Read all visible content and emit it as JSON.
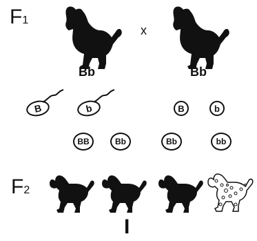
{
  "generations": {
    "f1": {
      "letter": "F",
      "sub": "1"
    },
    "f2": {
      "letter": "F",
      "sub": "2"
    }
  },
  "cross_symbol": "x",
  "parents": [
    {
      "genotype": "Bb",
      "color": "black"
    },
    {
      "genotype": "Bb",
      "color": "black"
    }
  ],
  "gametes": {
    "sperm": [
      "B",
      "b"
    ],
    "eggs": [
      "B",
      "b"
    ]
  },
  "offspring_genotypes": [
    "BB",
    "Bb",
    "Bb",
    "bb"
  ],
  "offspring_dogs": [
    {
      "color": "black"
    },
    {
      "color": "black"
    },
    {
      "color": "black"
    },
    {
      "color": "spotted-white"
    }
  ],
  "footer_label": "I",
  "colors": {
    "ink": "#111111",
    "background": "#ffffff"
  }
}
